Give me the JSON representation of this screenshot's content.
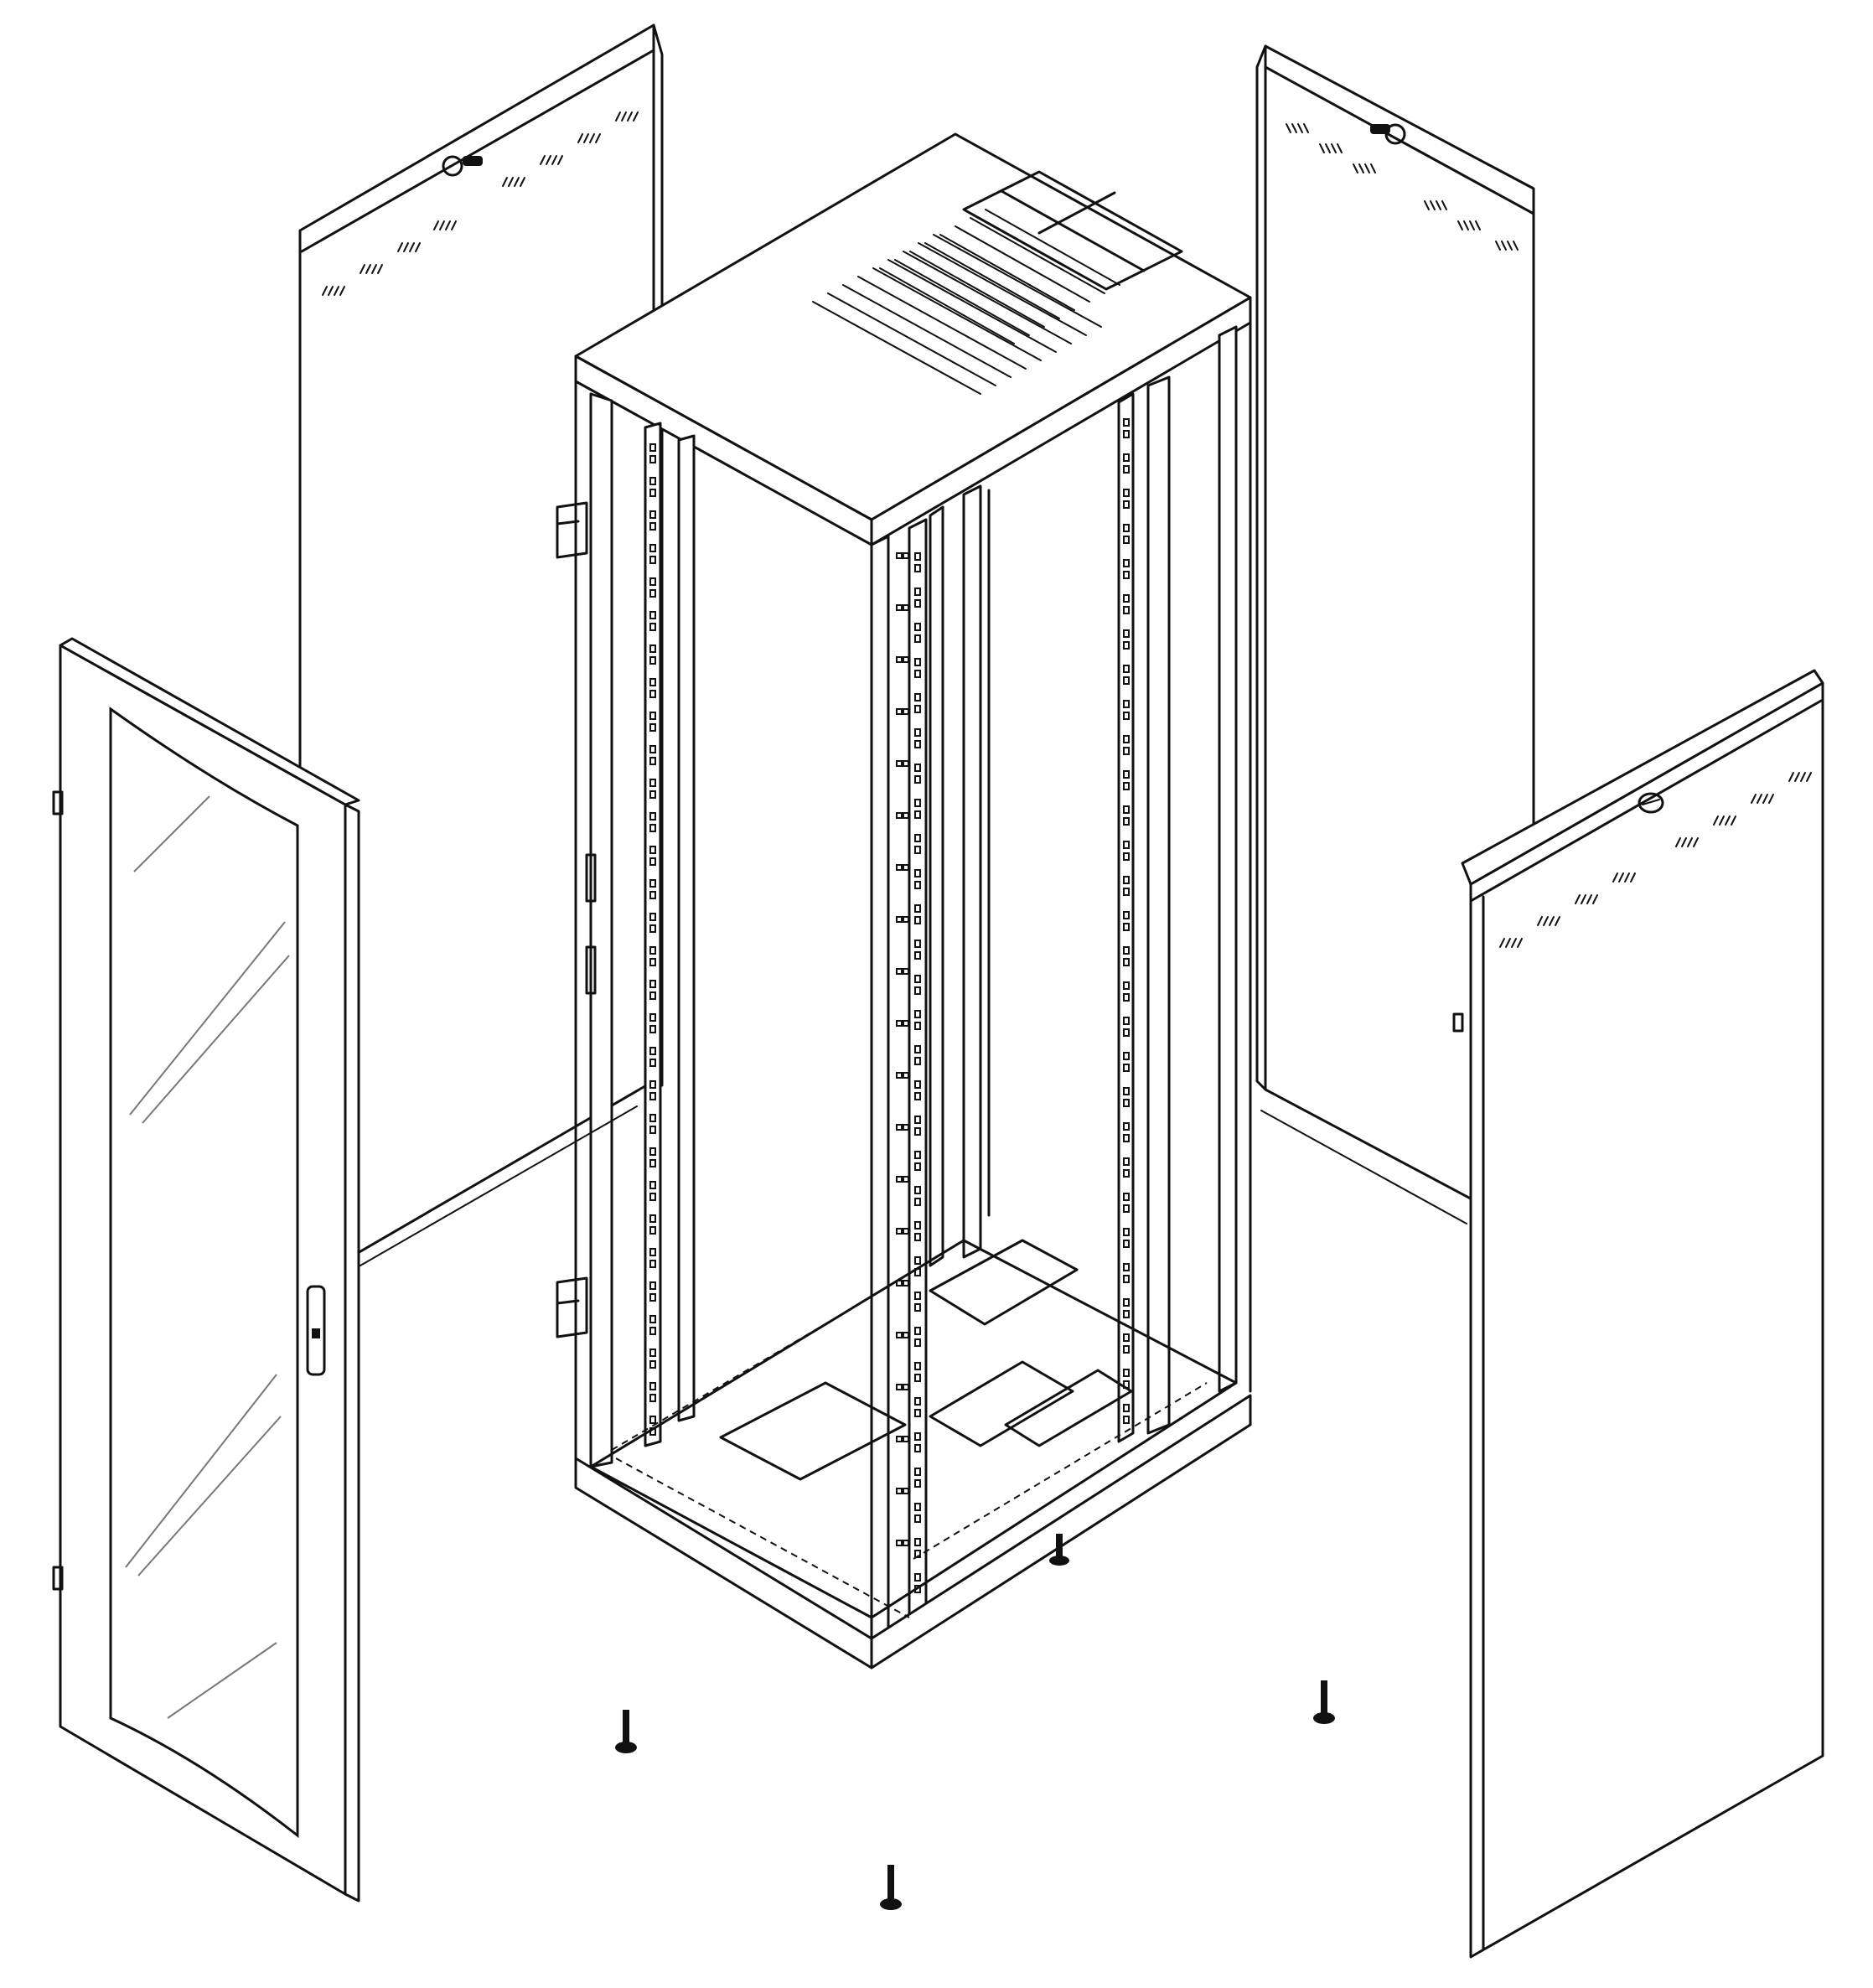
{
  "diagram": {
    "components": [
      {
        "id": "cabinet-frame",
        "icon": "server-rack-frame-icon"
      },
      {
        "id": "top-cover",
        "icon": "vented-top-cover-icon"
      },
      {
        "id": "rear-side-panel-left",
        "icon": "side-panel-icon"
      },
      {
        "id": "rear-side-panel-right",
        "icon": "side-panel-icon"
      },
      {
        "id": "front-glass-door",
        "icon": "glass-door-icon"
      },
      {
        "id": "front-side-panel-right",
        "icon": "side-panel-icon"
      },
      {
        "id": "leveling-feet",
        "icon": "leveling-foot-icon",
        "count": 4
      }
    ],
    "colors": {
      "line": "#111111",
      "fill": "#ffffff"
    }
  }
}
